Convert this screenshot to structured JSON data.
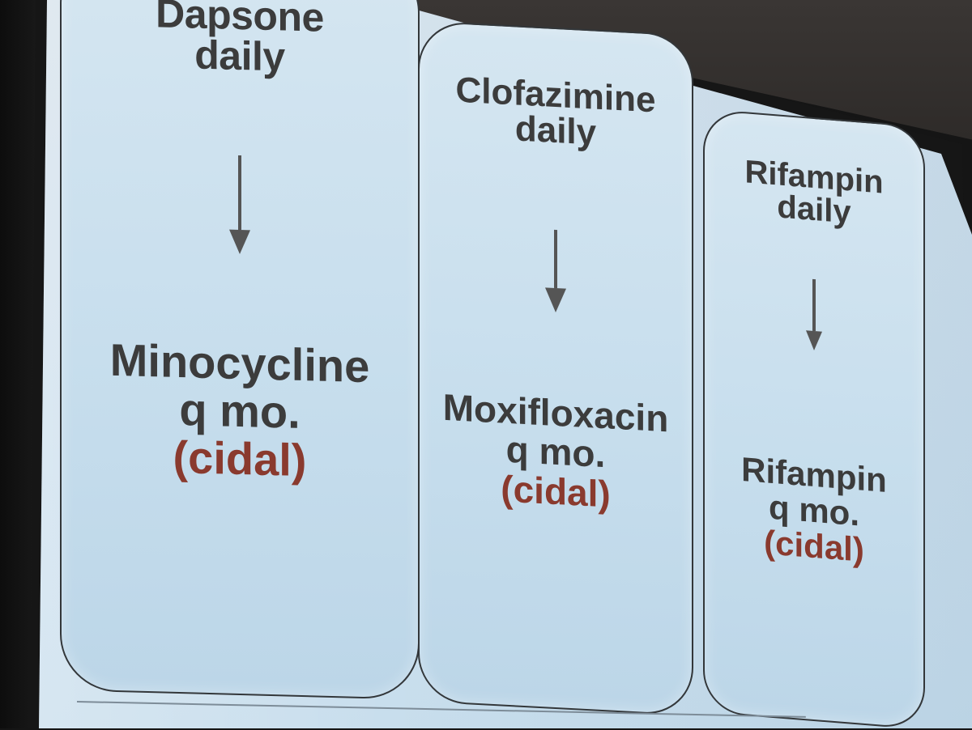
{
  "slide": {
    "columns": [
      {
        "daily_drug": "Dapsone",
        "daily_label": "daily",
        "monthly_drug": "Minocycline",
        "monthly_label": "q mo.",
        "effect": "(cidal)"
      },
      {
        "daily_drug": "Clofazimine",
        "daily_label": "daily",
        "monthly_drug": "Moxifloxacin",
        "monthly_label": "q mo.",
        "effect": "(cidal)"
      },
      {
        "daily_drug": "Rifampin",
        "daily_label": "daily",
        "monthly_drug": "Rifampin",
        "monthly_label": "q mo.",
        "effect": "(cidal)"
      }
    ],
    "colors": {
      "text": "#3c3c3c",
      "effect_text": "#8a3a2e",
      "panel_fill": "#c7deed",
      "panel_border": "#33373a"
    },
    "icons": [
      "down-arrow-icon"
    ]
  }
}
